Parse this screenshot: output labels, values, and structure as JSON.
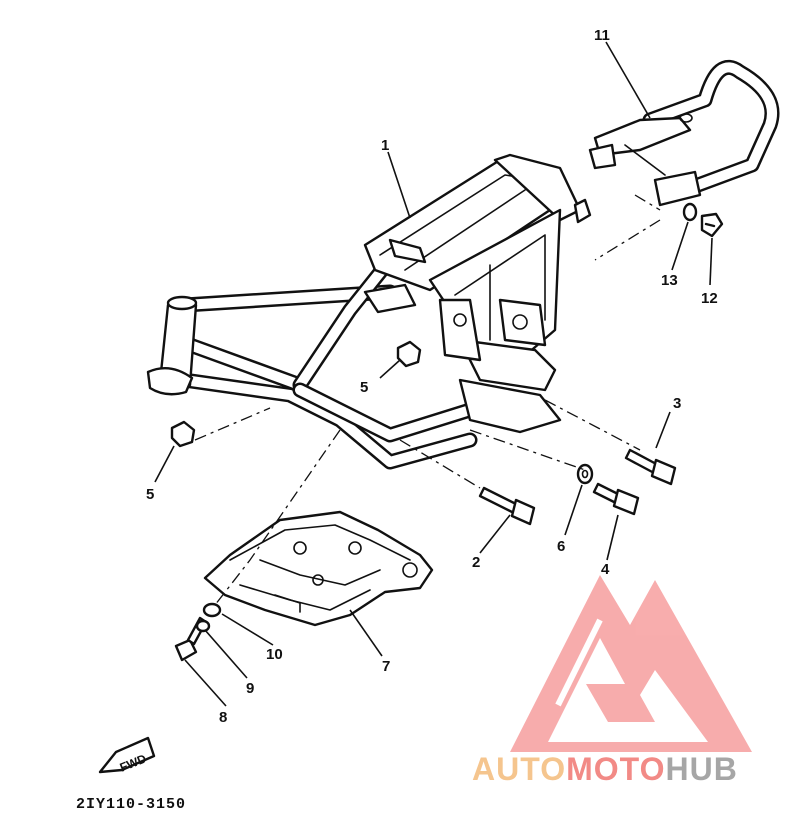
{
  "parts": [
    {
      "no": "1"
    },
    {
      "no": "2"
    },
    {
      "no": "3"
    },
    {
      "no": "4"
    },
    {
      "no": "5"
    },
    {
      "no": "5"
    },
    {
      "no": "6"
    },
    {
      "no": "7"
    },
    {
      "no": "8"
    },
    {
      "no": "9"
    },
    {
      "no": "10"
    },
    {
      "no": "11"
    },
    {
      "no": "12"
    },
    {
      "no": "13"
    }
  ],
  "direction_label": "FWD",
  "diagram_code": "2IY110-3150",
  "watermark": {
    "part1": "AUTO",
    "part2": "MOTO",
    "part3": "HUB",
    "colors": {
      "part1": "#f5c58e",
      "part2": "#f28a86",
      "part3": "#a6a6a6",
      "logo": "#f7a4a4"
    }
  }
}
